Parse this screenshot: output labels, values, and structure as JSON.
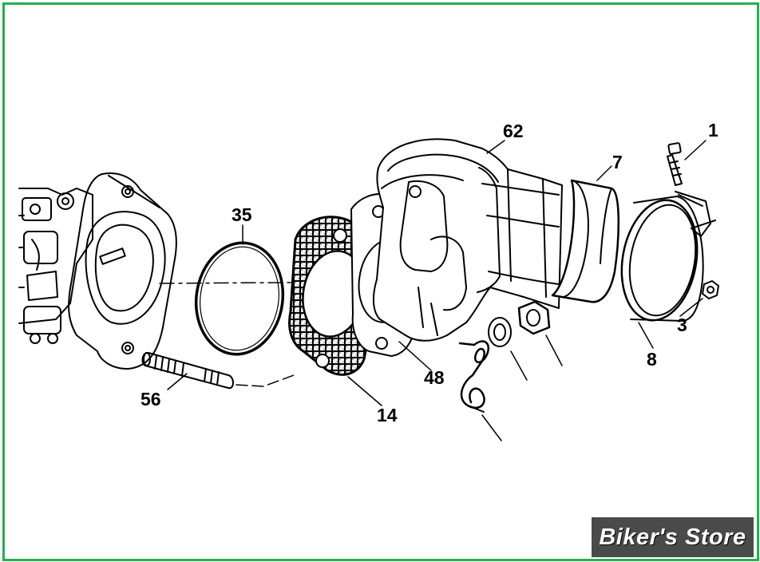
{
  "callouts": {
    "c62": "62",
    "c1": "1",
    "c7": "7",
    "c35": "35",
    "c3": "3",
    "c8": "8",
    "c48": "48",
    "c56": "56",
    "c14": "14"
  },
  "watermark": {
    "text": "Biker's Store"
  },
  "colors": {
    "border": "#22b14c",
    "ink": "#000000",
    "watermark_bg": "#4a4a4a",
    "gasket_fill": "#e8e8e8"
  }
}
